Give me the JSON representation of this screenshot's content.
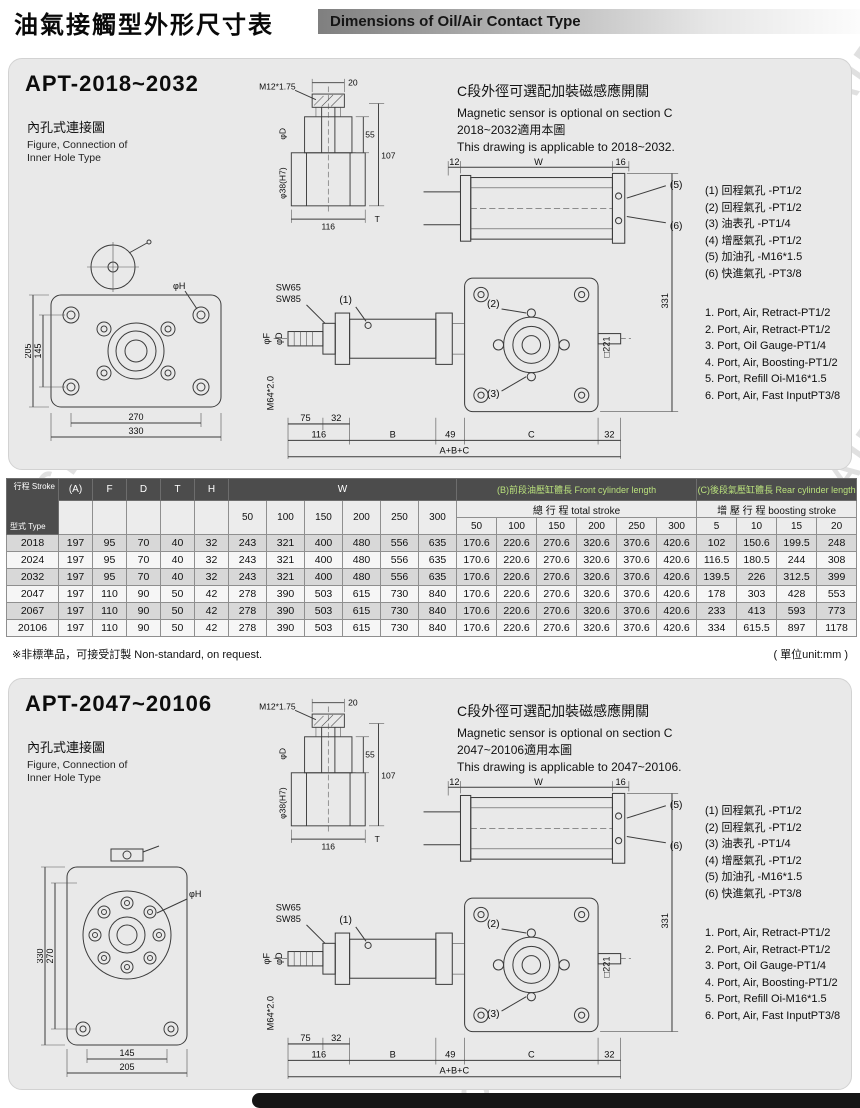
{
  "page": {
    "watermark": "CCLAIR",
    "footnote_left": "※非標準品，可接受訂製  Non-standard, on request.",
    "unit_note": "( 單位unit:mm )"
  },
  "header": {
    "title_zh": "油氣接觸型外形尺寸表",
    "title_en": "Dimensions of Oil/Air Contact Type"
  },
  "drawing": {
    "detail": {
      "m12": "M12*1.75",
      "n20": "20",
      "phi_d": "φD",
      "phi38": "φ38(H7)",
      "n55": "55",
      "n107": "107",
      "n116": "116",
      "t": "T"
    },
    "side": {
      "sw65": "SW65",
      "sw85": "SW85",
      "phi_f": "φF",
      "phi_d": "φD",
      "m64": "M64*2.0",
      "n75": "75",
      "n32": "32",
      "n116": "116",
      "b": "B",
      "n49": "49",
      "c": "C",
      "n32b": "32",
      "abc": "A+B+C",
      "n12": "12",
      "w": "W",
      "n16": "16",
      "n331": "331",
      "sq221": "□221",
      "c1": "(1)",
      "c2": "(2)",
      "c3": "(3)",
      "c5": "(5)",
      "c6": "(6)"
    }
  },
  "section1": {
    "model": "APT-2018~2032",
    "figure_zh": "內孔式連接圖",
    "figure_en1": "Figure, Connection of",
    "figure_en2": "Inner Hole Type",
    "note_zh": "C段外徑可選配加裝磁感應開關",
    "note_en": "Magnetic sensor is optional on section C",
    "apply_zh": "2018~2032適用本圖",
    "apply_en": "This drawing is applicable to 2018~2032.",
    "flange": {
      "phi_h": "φH",
      "v_outer": "205",
      "v_inner": "145",
      "h_inner": "270",
      "h_outer": "330"
    },
    "ports_zh": [
      "(1) 回程氣孔 -PT1/2",
      "(2) 回程氣孔 -PT1/2",
      "(3) 油表孔 -PT1/4",
      "(4) 增壓氣孔 -PT1/2",
      "(5) 加油孔 -M16*1.5",
      "(6) 快進氣孔 -PT3/8"
    ],
    "ports_en": [
      "1. Port, Air, Retract-PT1/2",
      "2. Port, Air, Retract-PT1/2",
      "3. Port, Oil Gauge-PT1/4",
      "4. Port, Air, Boosting-PT1/2",
      "5. Port, Refill Oi-M16*1.5",
      "6. Port, Air, Fast InputPT3/8"
    ]
  },
  "section2": {
    "model": "APT-2047~20106",
    "figure_zh": "內孔式連接圖",
    "figure_en1": "Figure, Connection of",
    "figure_en2": "Inner Hole Type",
    "note_zh": "C段外徑可選配加裝磁感應開關",
    "note_en": "Magnetic sensor is optional on section C",
    "apply_zh": "2047~20106適用本圖",
    "apply_en": "This drawing is applicable to 2047~20106.",
    "flange": {
      "phi_h": "φH",
      "v_outer": "330",
      "v_inner": "270",
      "h_inner": "145",
      "h_outer": "205"
    },
    "ports_zh": [
      "(1) 回程氣孔 -PT1/2",
      "(2) 回程氣孔 -PT1/2",
      "(3) 油表孔 -PT1/4",
      "(4) 增壓氣孔 -PT1/2",
      "(5) 加油孔 -M16*1.5",
      "(6) 快進氣孔 -PT3/8"
    ],
    "ports_en": [
      "1. Port, Air, Retract-PT1/2",
      "2. Port, Air, Retract-PT1/2",
      "3. Port, Oil Gauge-PT1/4",
      "4. Port, Air, Boosting-PT1/2",
      "5. Port, Refill Oi-M16*1.5",
      "6. Port, Air, Fast InputPT3/8"
    ]
  },
  "table": {
    "corner_top": "行程 Stroke",
    "corner_bottom": "型式 Type",
    "col_headers": [
      "(A)",
      "F",
      "D",
      "T",
      "H"
    ],
    "w_header": "W",
    "w_subs": [
      "50",
      "100",
      "150",
      "200",
      "250",
      "300"
    ],
    "b_header": "(B)前段油壓缸體長 Front cylinder length",
    "b_sub": "總 行 程  total stroke",
    "b_cols": [
      "50",
      "100",
      "150",
      "200",
      "250",
      "300"
    ],
    "c_header": "(C)後段氣壓缸體長 Rear cylinder length",
    "c_sub": "增 壓 行 程  boosting stroke",
    "c_cols": [
      "5",
      "10",
      "15",
      "20"
    ],
    "rows": [
      {
        "type": "2018",
        "dims": [
          "197",
          "95",
          "70",
          "40",
          "32"
        ],
        "w": [
          "243",
          "321",
          "400",
          "480",
          "556",
          "635"
        ],
        "b": [
          "170.6",
          "220.6",
          "270.6",
          "320.6",
          "370.6",
          "420.6"
        ],
        "c": [
          "102",
          "150.6",
          "199.5",
          "248"
        ]
      },
      {
        "type": "2024",
        "dims": [
          "197",
          "95",
          "70",
          "40",
          "32"
        ],
        "w": [
          "243",
          "321",
          "400",
          "480",
          "556",
          "635"
        ],
        "b": [
          "170.6",
          "220.6",
          "270.6",
          "320.6",
          "370.6",
          "420.6"
        ],
        "c": [
          "116.5",
          "180.5",
          "244",
          "308"
        ]
      },
      {
        "type": "2032",
        "dims": [
          "197",
          "95",
          "70",
          "40",
          "32"
        ],
        "w": [
          "243",
          "321",
          "400",
          "480",
          "556",
          "635"
        ],
        "b": [
          "170.6",
          "220.6",
          "270.6",
          "320.6",
          "370.6",
          "420.6"
        ],
        "c": [
          "139.5",
          "226",
          "312.5",
          "399"
        ]
      },
      {
        "type": "2047",
        "dims": [
          "197",
          "110",
          "90",
          "50",
          "42"
        ],
        "w": [
          "278",
          "390",
          "503",
          "615",
          "730",
          "840"
        ],
        "b": [
          "170.6",
          "220.6",
          "270.6",
          "320.6",
          "370.6",
          "420.6"
        ],
        "c": [
          "178",
          "303",
          "428",
          "553"
        ]
      },
      {
        "type": "2067",
        "dims": [
          "197",
          "110",
          "90",
          "50",
          "42"
        ],
        "w": [
          "278",
          "390",
          "503",
          "615",
          "730",
          "840"
        ],
        "b": [
          "170.6",
          "220.6",
          "270.6",
          "320.6",
          "370.6",
          "420.6"
        ],
        "c": [
          "233",
          "413",
          "593",
          "773"
        ]
      },
      {
        "type": "20106",
        "dims": [
          "197",
          "110",
          "90",
          "50",
          "42"
        ],
        "w": [
          "278",
          "390",
          "503",
          "615",
          "730",
          "840"
        ],
        "b": [
          "170.6",
          "220.6",
          "270.6",
          "320.6",
          "370.6",
          "420.6"
        ],
        "c": [
          "334",
          "615.5",
          "897",
          "1178"
        ]
      }
    ]
  }
}
